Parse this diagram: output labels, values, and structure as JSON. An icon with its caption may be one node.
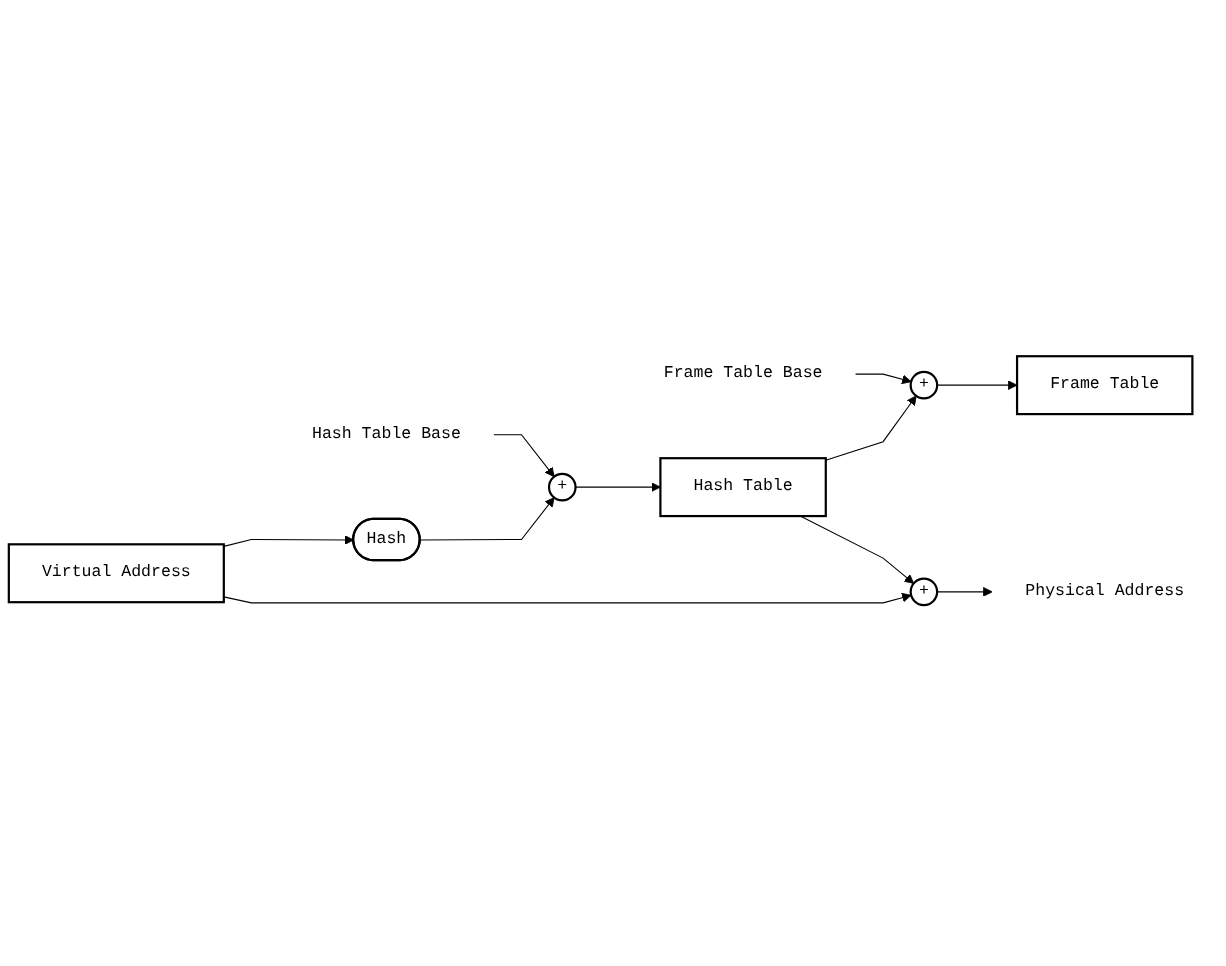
{
  "diagram": {
    "nodes": [
      {
        "text": [
          "Virtual Address"
        ]
      },
      {
        "text": [
          "Hash"
        ]
      },
      {
        "text": [
          "+"
        ]
      },
      {
        "text": [
          "+"
        ]
      },
      {
        "text": [
          "+"
        ]
      },
      {
        "text": [
          "Hash Table Base"
        ]
      },
      {
        "text": [
          "Hash Table"
        ]
      },
      {
        "text": [
          "Frame Table Base"
        ]
      },
      {
        "text": [
          "Frame Table"
        ]
      },
      {
        "text": [
          "Physical Address"
        ]
      }
    ],
    "edges": [
      {
        "from": 0,
        "to": 1,
        "arrow": "to"
      },
      {
        "from": 0,
        "to": 2,
        "arrow": "to"
      },
      {
        "from": 1,
        "to": 3,
        "arrow": "to"
      },
      {
        "from": 5,
        "to": 3,
        "arrow": "to"
      },
      {
        "from": 3,
        "to": 6,
        "arrow": "to"
      },
      {
        "from": 6,
        "to": 4,
        "arrow": "to"
      },
      {
        "from": 6,
        "to": 2,
        "arrow": "to"
      },
      {
        "from": 7,
        "to": 4,
        "arrow": "to"
      },
      {
        "from": 4,
        "to": 8,
        "arrow": "to"
      },
      {
        "from": 2,
        "to": 9,
        "arrow": "to"
      }
    ]
  }
}
